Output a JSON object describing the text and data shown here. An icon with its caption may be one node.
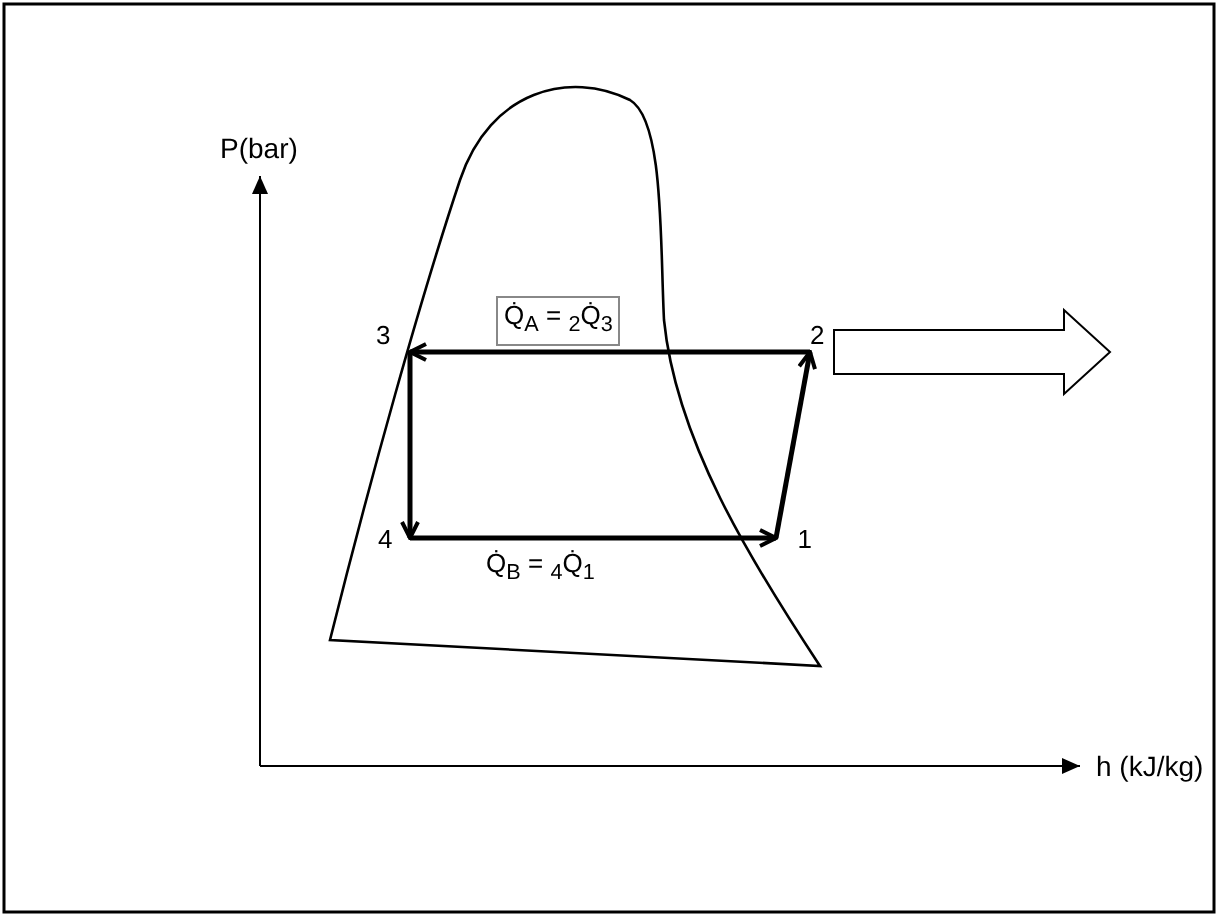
{
  "diagram": {
    "nodes": [
      {
        "text": [
          "3"
        ]
      },
      {
        "text": [
          "2"
        ]
      },
      {
        "text": [
          "4"
        ]
      },
      {
        "text": [
          "1"
        ]
      }
    ],
    "edges": [
      {
        "from": 3,
        "to": 1,
        "arrow": "to"
      },
      {
        "from": 1,
        "to": 0,
        "arrow": "to",
        "label": "Q̇$_{A}$ = $_{2}$Q̇$_{3}$"
      },
      {
        "from": 0,
        "to": 2,
        "arrow": "to"
      },
      {
        "from": 2,
        "to": 3,
        "arrow": "to",
        "label": "Q̇$_{B}$ = $_{4}$Q̇$_{1}$"
      }
    ],
    "labels": [
      "P(bar)",
      "h (kJ/kg)"
    ]
  }
}
